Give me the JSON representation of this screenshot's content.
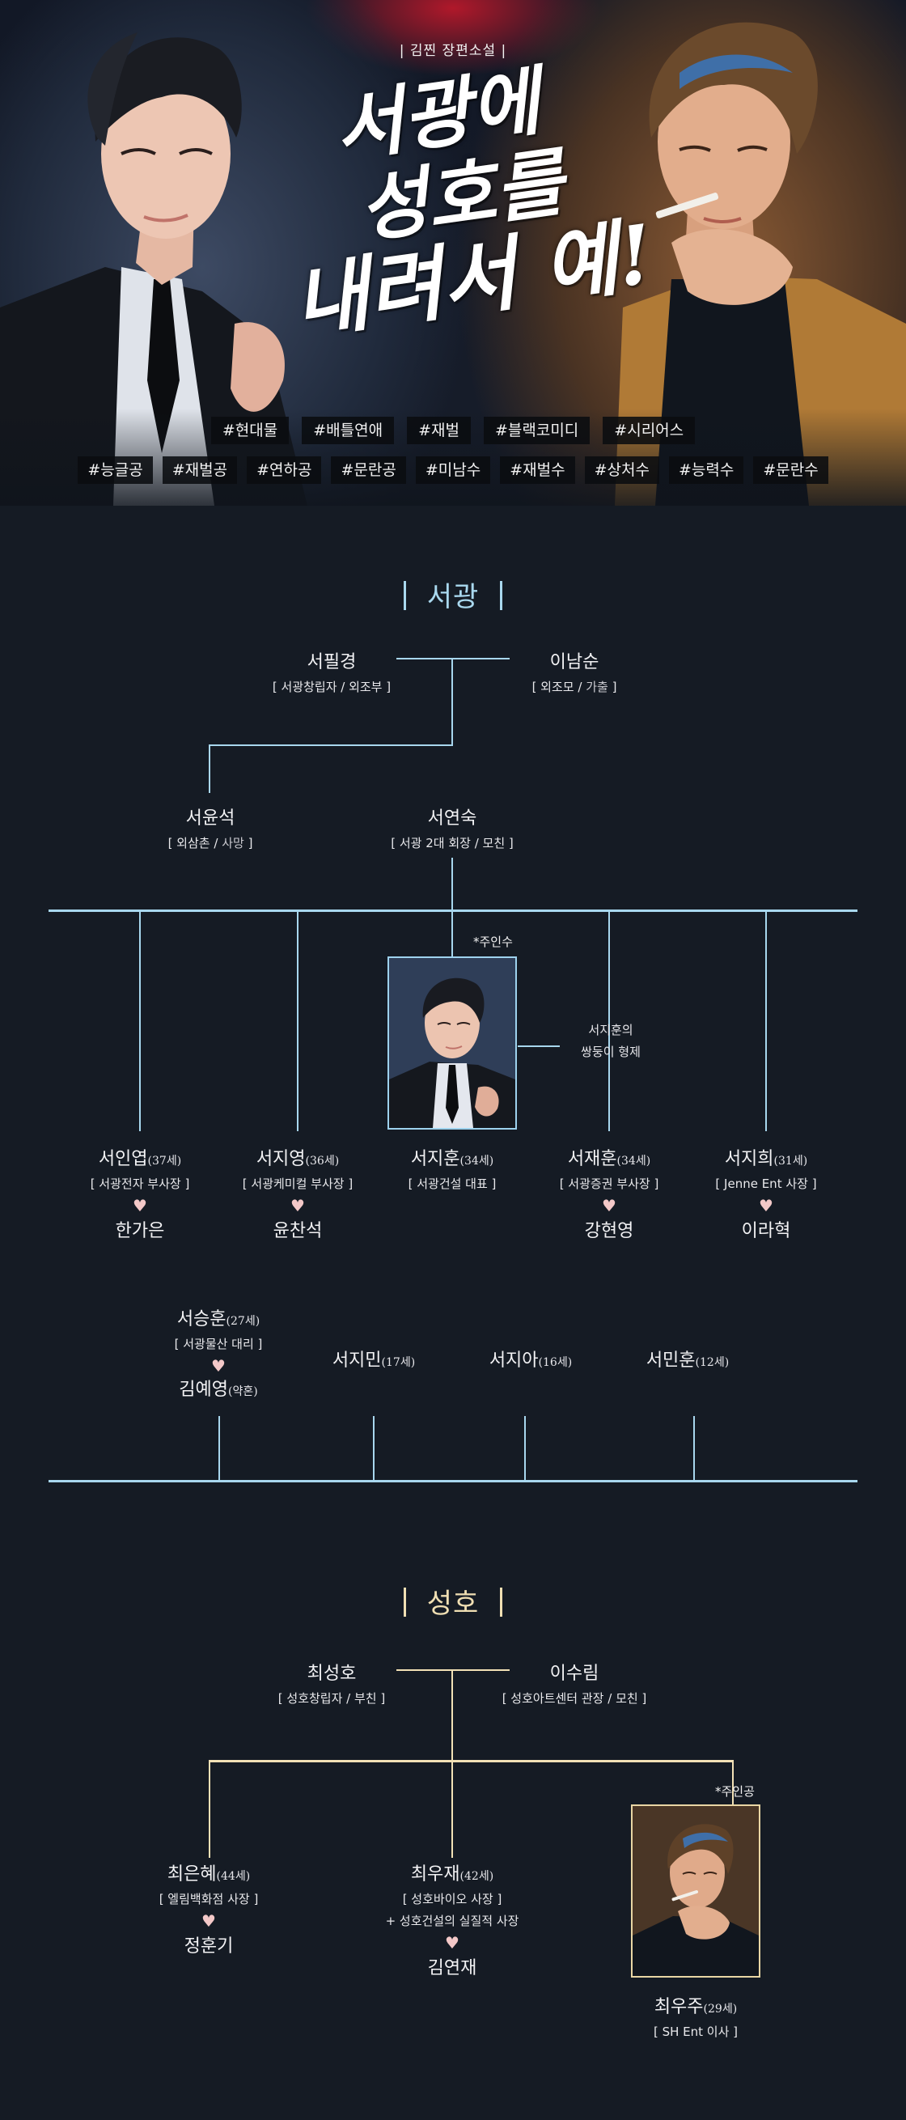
{
  "hero": {
    "author": "|  김찐 장편소설  |",
    "title_lines": [
      "서광에",
      "성호를",
      "내려서 예!"
    ],
    "tags_row1": [
      "#현대물",
      "#배틀연애",
      "#재벌",
      "#블랙코미디",
      "#시리어스"
    ],
    "tags_row2": [
      "#능글공",
      "#재벌공",
      "#연하공",
      "#문란공",
      "#미남수",
      "#재벌수",
      "#상처수",
      "#능력수",
      "#문란수"
    ]
  },
  "seogwang": {
    "title": "서광",
    "grandfather": {
      "name": "서필경",
      "role": "[ 서광창립자 / 외조부 ]"
    },
    "grandmother": {
      "name": "이남순",
      "role_a": "[ 외조모 / ",
      "role_b": "가출",
      "role_c": " ]"
    },
    "uncle": {
      "name": "서윤석",
      "role_a": "[ 외삼촌 / ",
      "role_b": "사망",
      "role_c": " ]"
    },
    "mother": {
      "name": "서연숙",
      "role": "[ 서광 2대 회장 / 모친 ]"
    },
    "protagonist_tag": "*주인수",
    "twin_note_1": "서지훈의",
    "twin_note_2": "쌍둥이 형제",
    "children": [
      {
        "name": "서인엽",
        "age": "(37세)",
        "role": "[ 서광전자 부사장 ]",
        "partner": "한가은"
      },
      {
        "name": "서지영",
        "age": "(36세)",
        "role": "[ 서광케미컬 부사장 ]",
        "partner": "윤찬석"
      },
      {
        "name": "서지훈",
        "age": "(34세)",
        "role": "[ 서광건설 대표 ]"
      },
      {
        "name": "서재훈",
        "age": "(34세)",
        "role": "[ 서광증권 부사장 ]",
        "partner": "강현영"
      },
      {
        "name": "서지희",
        "age": "(31세)",
        "role": "[ Jenne Ent 사장 ]",
        "partner": "이라혁"
      }
    ],
    "grandchildren": [
      {
        "name": "서승훈",
        "age": "(27세)",
        "role": "[ 서광물산 대리 ]",
        "partner": "김예영",
        "partner_note": "(약혼)"
      },
      {
        "name": "서지민",
        "age": "(17세)"
      },
      {
        "name": "서지아",
        "age": "(16세)"
      },
      {
        "name": "서민훈",
        "age": "(12세)"
      }
    ]
  },
  "seongho": {
    "title": "성호",
    "father": {
      "name": "최성호",
      "role": "[ 성호창립자 / 부친 ]"
    },
    "mother": {
      "name": "이수림",
      "role": "[ 성호아트센터 관장 / 모친 ]"
    },
    "protagonist_tag": "*주인공",
    "children": [
      {
        "name": "최은혜",
        "age": "(44세)",
        "role": "[ 엘림백화점 사장 ]",
        "partner": "정훈기"
      },
      {
        "name": "최우재",
        "age": "(42세)",
        "role": "[ 성호바이오 사장 ]",
        "extra": "+ 성호건설의 실질적 사장",
        "partner": "김연재"
      },
      {
        "name": "최우주",
        "age": "(29세)",
        "role": "[ SH Ent 이사 ]"
      }
    ]
  },
  "colors": {
    "background": "#151b24",
    "seogwang_line": "#a8d7ee",
    "seongho_line": "#f2e1b6",
    "heart": "#f3c8c8"
  }
}
